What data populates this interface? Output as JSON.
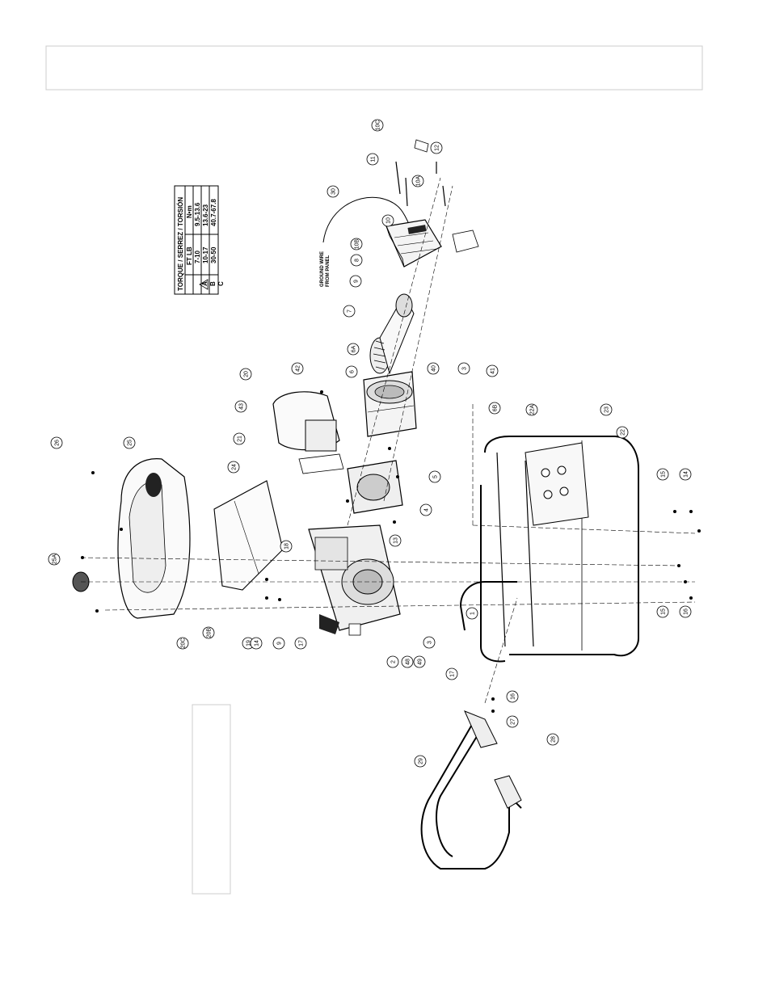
{
  "torque_table": {
    "title": "TORQUE / SERREZ / TORSIÓN",
    "headers": [
      "",
      "FT LB",
      "N•m"
    ],
    "rows": [
      {
        "symbol": "A",
        "ftlb": "7-10",
        "nm": "9.5-13.6"
      },
      {
        "symbol": "B",
        "ftlb": "10-17",
        "nm": "13.6-23"
      },
      {
        "symbol": "C",
        "ftlb": "30-50",
        "nm": "40.7-67.8"
      }
    ]
  },
  "notes": {
    "ground_wire": "GROUND WIRE",
    "from_panel": "FROM PANEL"
  },
  "callouts": [
    "10C",
    "12",
    "11",
    "10A",
    "30",
    "10",
    "10B",
    "8",
    "9",
    "7",
    "6A",
    "6",
    "42",
    "20",
    "43",
    "21",
    "5",
    "4",
    "13",
    "40",
    "3",
    "41",
    "6B",
    "22A",
    "23",
    "22",
    "15",
    "14",
    "26",
    "25",
    "24",
    "25A",
    "18",
    "20C",
    "20B",
    "19",
    "14",
    "9",
    "17",
    "3",
    "2",
    "48",
    "49",
    "1",
    "15",
    "16",
    "17",
    "16",
    "27",
    "28",
    "29"
  ],
  "colors": {
    "line": "#000000",
    "header_box": "#cccccc",
    "notes_box": "#cccccc"
  }
}
